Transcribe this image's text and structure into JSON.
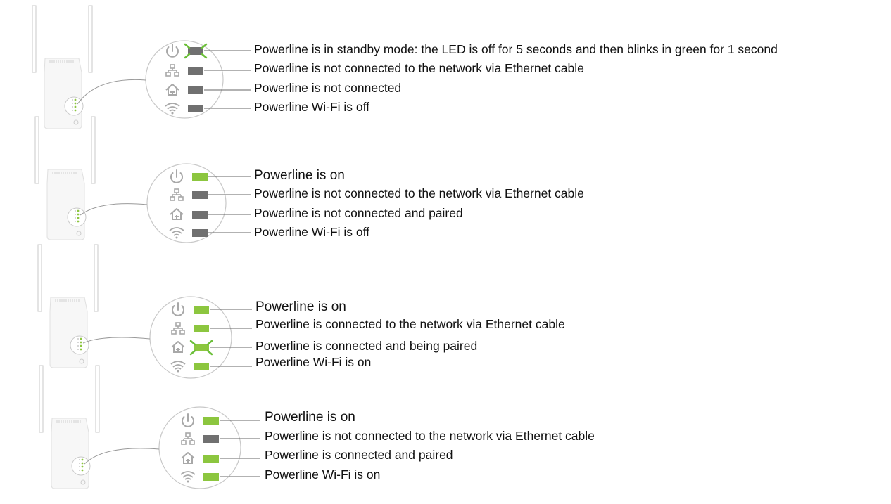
{
  "colors": {
    "led_off": "#707070",
    "led_on": "#8cc63f",
    "blink_marks": "#6cbf3a",
    "icon_gray": "#a8a8a8",
    "device_body": "#f7f7f7",
    "outline": "#c8c8c8",
    "line": "#9a9a9a",
    "text": "#111111"
  },
  "icons": [
    "power-icon",
    "ethernet-icon",
    "home-icon",
    "wifi-icon"
  ],
  "panels": [
    {
      "leds": [
        {
          "icon": "power-icon",
          "state": "blink",
          "text": "Powerline is in standby mode: the LED is off for 5 seconds and then blinks in green for 1 second"
        },
        {
          "icon": "ethernet-icon",
          "state": "off",
          "text": "Powerline is not connected to the network via Ethernet cable"
        },
        {
          "icon": "home-icon",
          "state": "off",
          "text": "Powerline is not connected"
        },
        {
          "icon": "wifi-icon",
          "state": "off",
          "text": "Powerline Wi-Fi is off"
        }
      ]
    },
    {
      "leds": [
        {
          "icon": "power-icon",
          "state": "on",
          "text": "Powerline is on"
        },
        {
          "icon": "ethernet-icon",
          "state": "off",
          "text": "Powerline is not connected to the network via Ethernet cable"
        },
        {
          "icon": "home-icon",
          "state": "off",
          "text": "Powerline is not connected and paired"
        },
        {
          "icon": "wifi-icon",
          "state": "off",
          "text": "Powerline Wi-Fi is off"
        }
      ]
    },
    {
      "leds": [
        {
          "icon": "power-icon",
          "state": "on",
          "text": "Powerline is on"
        },
        {
          "icon": "ethernet-icon",
          "state": "on",
          "text": "Powerline is connected to the network via Ethernet cable"
        },
        {
          "icon": "home-icon",
          "state": "blink-on",
          "text": "Powerline is connected and being paired"
        },
        {
          "icon": "wifi-icon",
          "state": "on",
          "text": "Powerline Wi-Fi is on"
        }
      ]
    },
    {
      "leds": [
        {
          "icon": "power-icon",
          "state": "on",
          "text": "Powerline is on"
        },
        {
          "icon": "ethernet-icon",
          "state": "off",
          "text": "Powerline is not connected to the network via Ethernet cable"
        },
        {
          "icon": "home-icon",
          "state": "on",
          "text": "Powerline is connected and paired"
        },
        {
          "icon": "wifi-icon",
          "state": "on",
          "text": "Powerline Wi-Fi is on"
        }
      ]
    }
  ]
}
